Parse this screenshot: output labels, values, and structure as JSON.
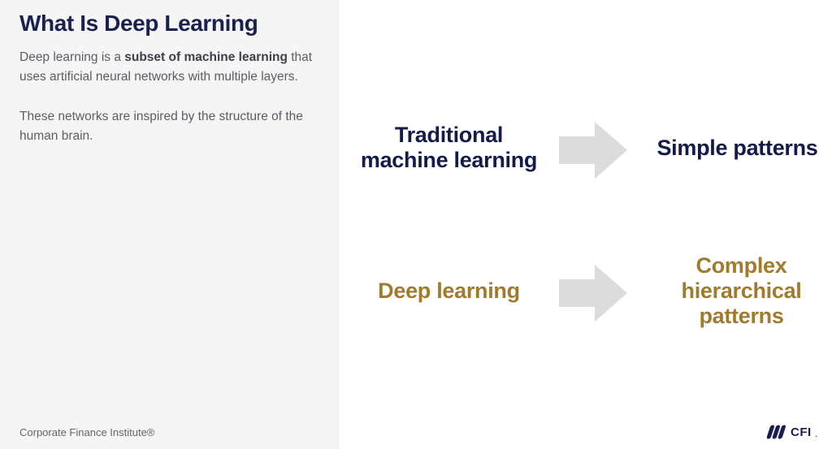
{
  "left_panel": {
    "title": "What Is Deep Learning",
    "paragraph1": {
      "prefix": "Deep learning is a ",
      "bold": "subset of machine learning",
      "suffix": " that uses artificial neural networks with multiple layers."
    },
    "paragraph2": "These networks are inspired by the structure of the human brain.",
    "footer": "Corporate Finance Institute®"
  },
  "diagram": {
    "rows": [
      {
        "source": "Traditional machine learning",
        "result": "Simple patterns",
        "color": "#141b4a"
      },
      {
        "source": "Deep learning",
        "result": "Complex hierarchical patterns",
        "color": "#a07b2e"
      }
    ],
    "arrow_icon": "right-block-arrow"
  },
  "logo": {
    "text": "CFI",
    "mark": "."
  },
  "colors": {
    "left_panel_bg": "#f5f5f6",
    "right_panel_bg": "#ffffff",
    "navy": "#1a2151",
    "gold": "#a07b2e",
    "arrow_gray": "#dcdcdd",
    "body_text": "#5a5d64",
    "footer_text": "#63656c"
  }
}
